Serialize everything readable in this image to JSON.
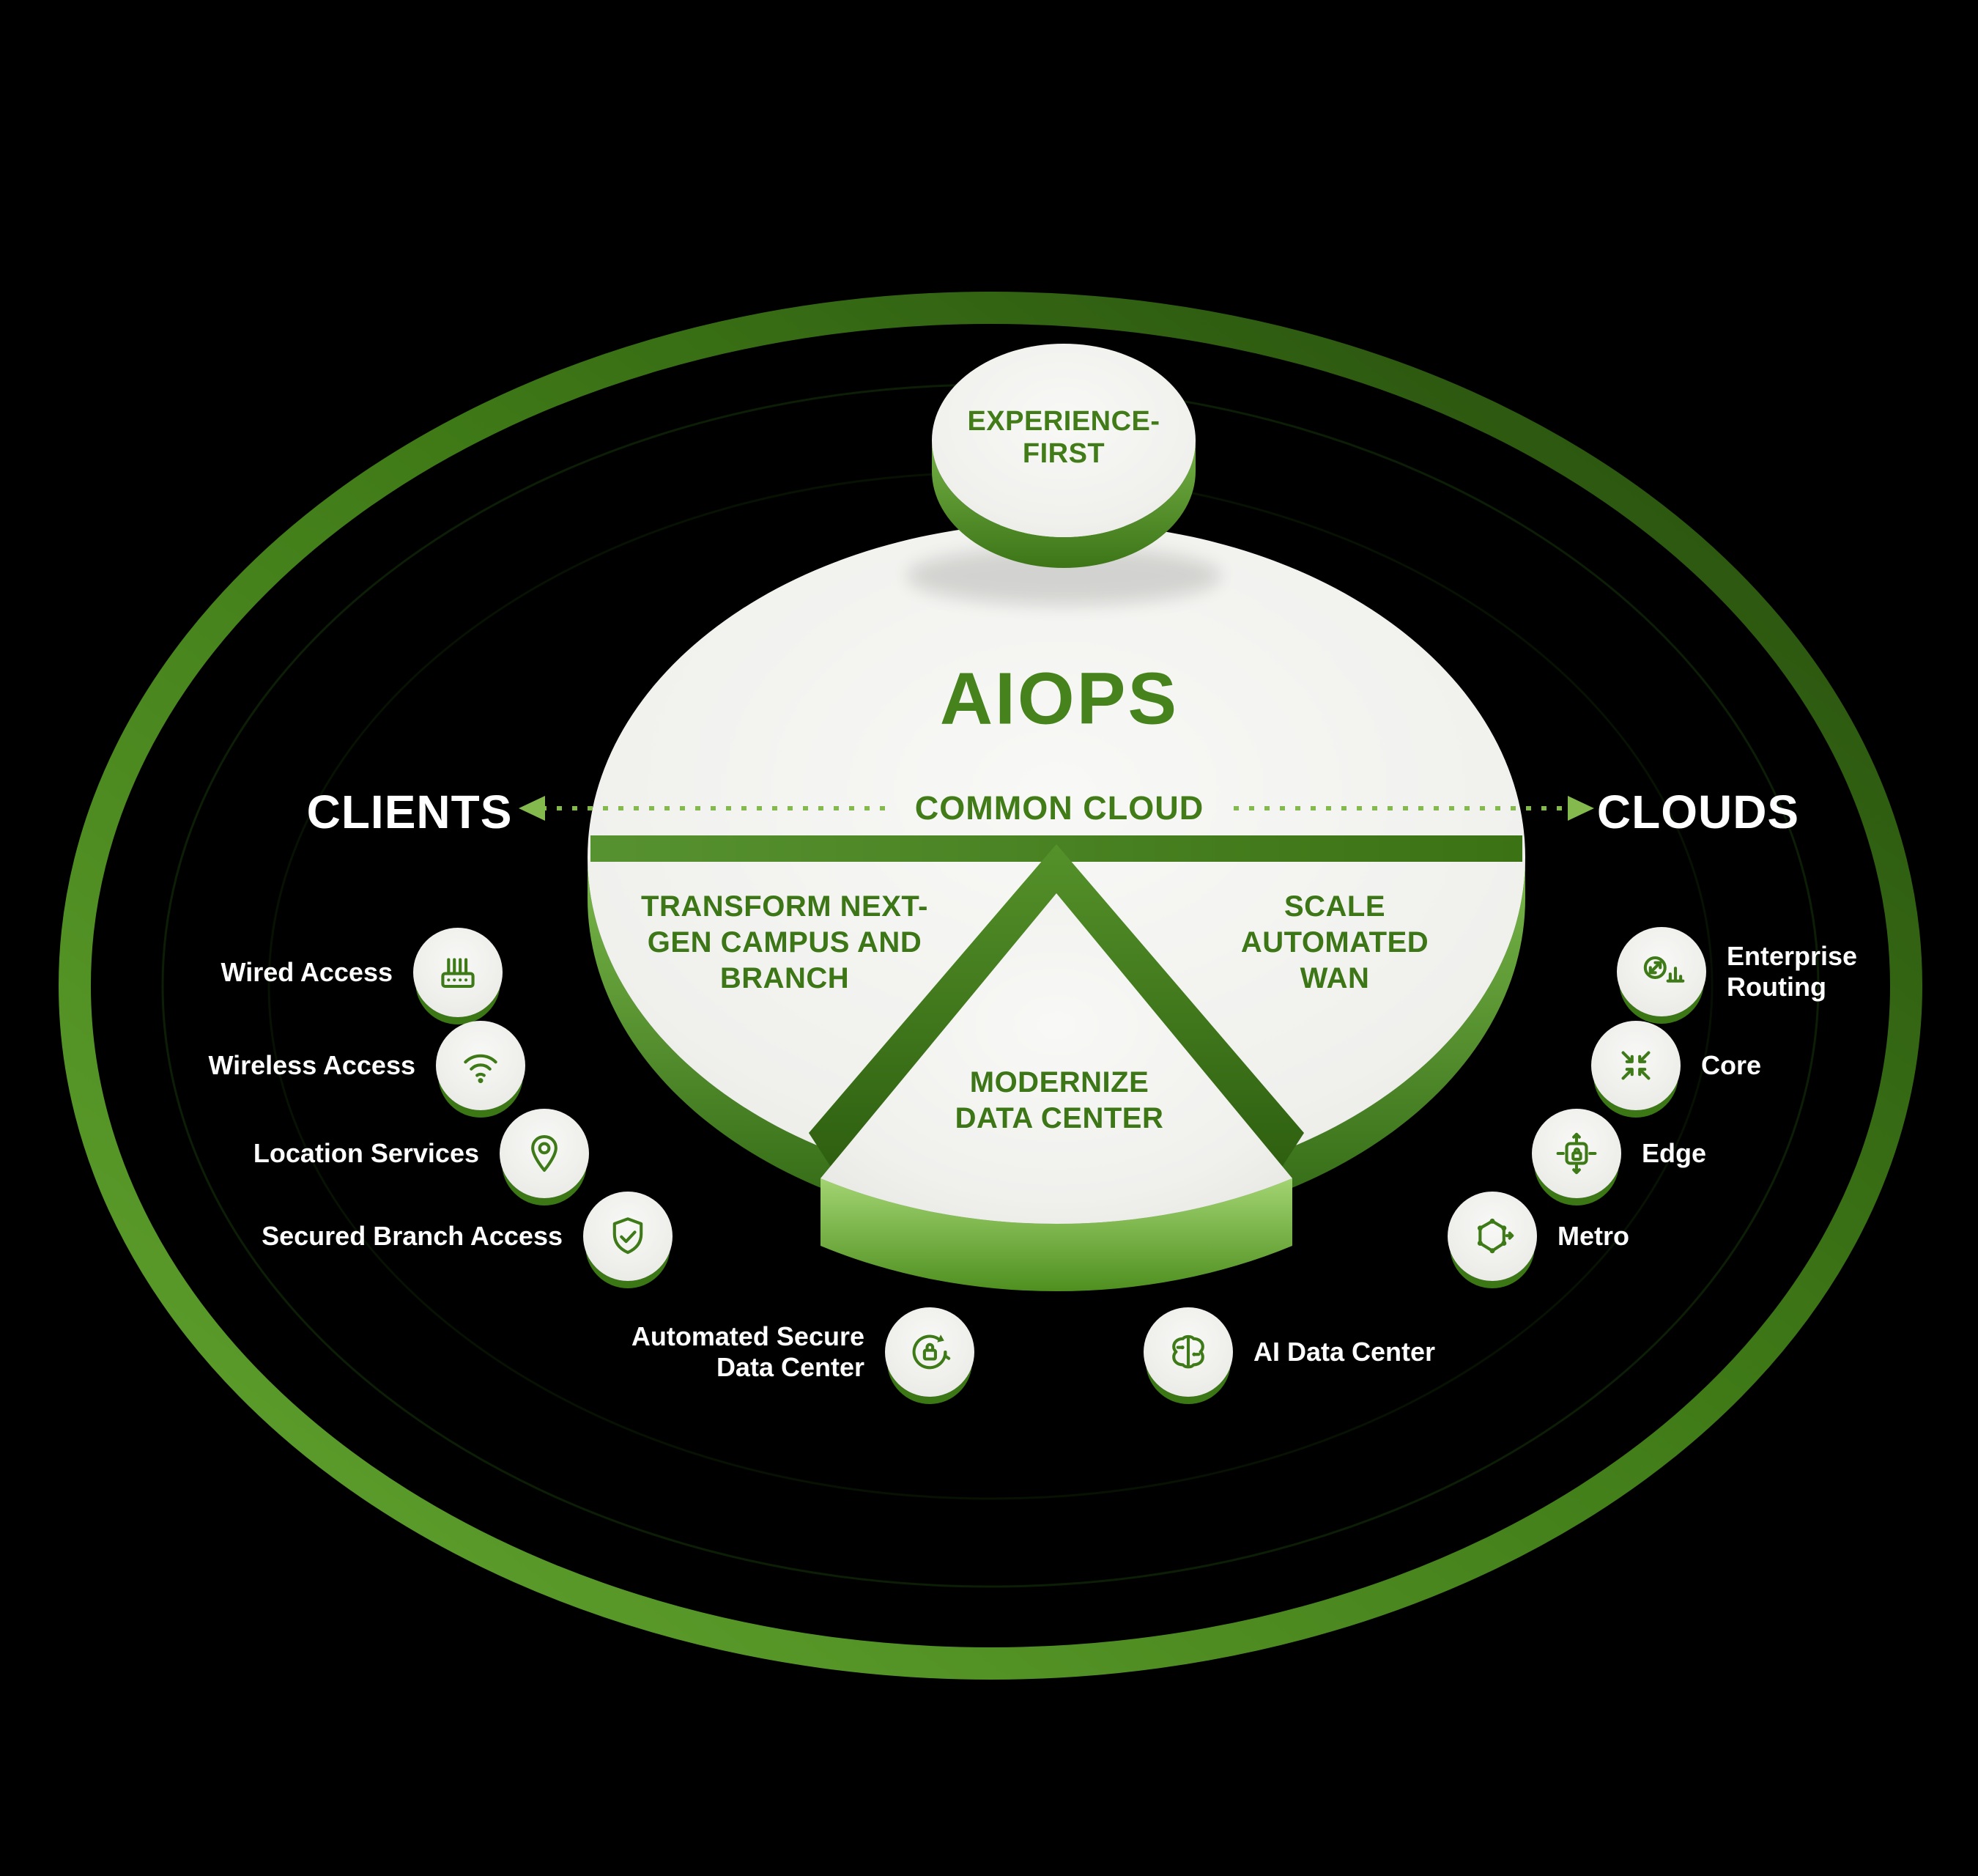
{
  "top_disc": {
    "label": "EXPERIENCE-FIRST"
  },
  "core_disc": {
    "title": "AIOPS",
    "band": "COMMON CLOUD",
    "segments": {
      "left": "TRANSFORM NEXT-GEN CAMPUS AND BRANCH",
      "right": "SCALE AUTOMATED WAN",
      "bottom": "MODERNIZE DATA CENTER"
    }
  },
  "axis": {
    "left": "CLIENTS",
    "right": "CLOUDS"
  },
  "left_items": [
    {
      "label": "Wired Access",
      "icon": "wired-access-icon"
    },
    {
      "label": "Wireless Access",
      "icon": "wireless-wifi-icon"
    },
    {
      "label": "Location Services",
      "icon": "location-pin-icon"
    },
    {
      "label": "Secured Branch Access",
      "icon": "shield-check-icon"
    },
    {
      "label": "Automated Secure Data Center",
      "icon": "secure-automation-icon"
    }
  ],
  "right_items": [
    {
      "label": "Enterprise Routing",
      "icon": "enterprise-routing-icon"
    },
    {
      "label": "Core",
      "icon": "core-converge-icon"
    },
    {
      "label": "Edge",
      "icon": "edge-lock-icon"
    },
    {
      "label": "Metro",
      "icon": "metro-ring-icon"
    },
    {
      "label": "AI Data Center",
      "icon": "ai-brain-icon"
    }
  ],
  "colors": {
    "accent_green": "#41791B",
    "bright_green": "#76B845",
    "deep_green": "#2E6310",
    "ring_green": "#5A9A2B",
    "disc_face": "#F1F1EE",
    "background": "#000000",
    "label_white": "#FFFFFF"
  }
}
